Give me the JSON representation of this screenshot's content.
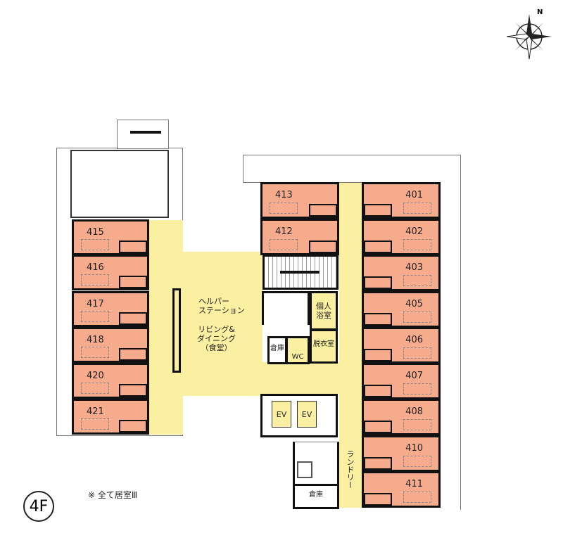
{
  "floor_label": "4F",
  "note": "※ 全て居室Ⅲ",
  "compass": {
    "north_label": "N"
  },
  "rooms_left": [
    "415",
    "416",
    "417",
    "418",
    "420",
    "421"
  ],
  "rooms_top_center": [
    "413",
    "412"
  ],
  "rooms_right": [
    "401",
    "402",
    "403",
    "405",
    "406",
    "407",
    "408",
    "410",
    "411"
  ],
  "areas": {
    "helper_station": "ヘルパー\nステーション",
    "living_dining": "リビング&\nダイニング\n（食堂）",
    "private_bath": "個人\n浴室",
    "changing_room": "脱衣室",
    "storage": "倉庫",
    "wc": "WC",
    "ev1": "EV",
    "ev2": "EV",
    "laundry": "ランドリー",
    "storage2": "倉庫"
  },
  "colors": {
    "room": "#f7ab8d",
    "common": "#fbf0a1",
    "wall": "#111111"
  }
}
